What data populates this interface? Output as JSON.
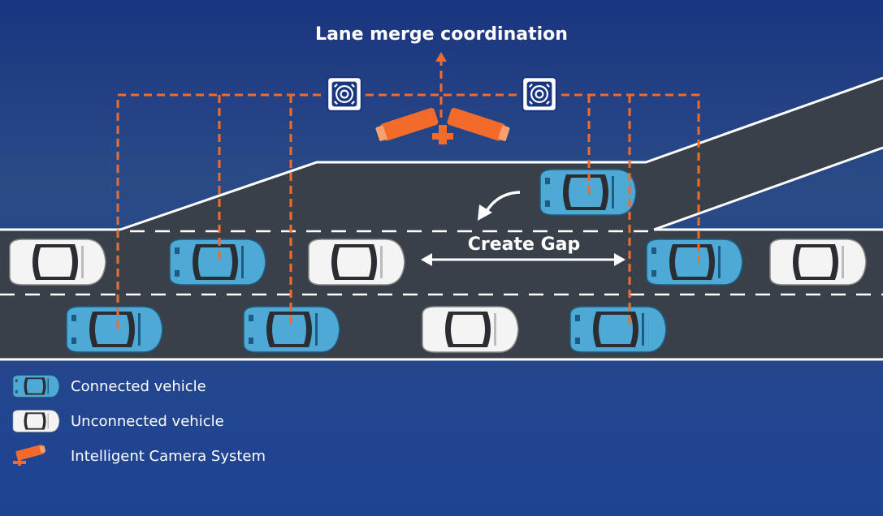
{
  "title": "Lane merge coordination",
  "gap_label": "Create Gap",
  "legend": [
    {
      "icon": "connected-vehicle-icon",
      "label": "Connected vehicle"
    },
    {
      "icon": "unconnected-vehicle-icon",
      "label": "Unconnected vehicle"
    },
    {
      "icon": "camera-system-icon",
      "label": "Intelligent Camera System"
    }
  ],
  "colors": {
    "background_top": "#1a3580",
    "background_bottom": "#1e4393",
    "road": "#3a4049",
    "lane_marking": "#ffffff",
    "connected_vehicle": "#4ea9d4",
    "unconnected_vehicle": "#f4f4f4",
    "link": "#f26b2a"
  },
  "icons": [
    "radar-sensor-icon",
    "camera-icon",
    "merge-arrow-icon",
    "double-arrow-icon"
  ]
}
